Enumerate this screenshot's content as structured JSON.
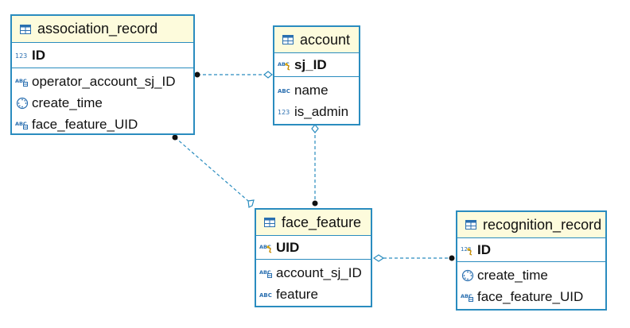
{
  "entities": {
    "association_record": {
      "name": "association_record",
      "attributes": [
        {
          "name": "ID",
          "type_icon": "numeric-icon",
          "pk": true
        },
        {
          "name": "operator_account_sj_ID",
          "type_icon": "string-fk-icon",
          "pk": false
        },
        {
          "name": "create_time",
          "type_icon": "datetime-icon",
          "pk": false
        },
        {
          "name": "face_feature_UID",
          "type_icon": "string-fk-icon",
          "pk": false
        }
      ]
    },
    "account": {
      "name": "account",
      "attributes": [
        {
          "name": "sj_ID",
          "type_icon": "string-key-icon",
          "pk": true
        },
        {
          "name": "name",
          "type_icon": "string-icon",
          "pk": false
        },
        {
          "name": "is_admin",
          "type_icon": "numeric-icon",
          "pk": false
        }
      ]
    },
    "face_feature": {
      "name": "face_feature",
      "attributes": [
        {
          "name": "UID",
          "type_icon": "string-key-icon",
          "pk": true
        },
        {
          "name": "account_sj_ID",
          "type_icon": "string-fk-icon",
          "pk": false
        },
        {
          "name": "feature",
          "type_icon": "string-icon",
          "pk": false
        }
      ]
    },
    "recognition_record": {
      "name": "recognition_record",
      "attributes": [
        {
          "name": "ID",
          "type_icon": "numeric-key-icon",
          "pk": true
        },
        {
          "name": "create_time",
          "type_icon": "datetime-icon",
          "pk": false
        },
        {
          "name": "face_feature_UID",
          "type_icon": "string-fk-icon",
          "pk": false
        }
      ]
    }
  },
  "relationships": [
    {
      "from": "association_record",
      "to": "account"
    },
    {
      "from": "association_record",
      "to": "face_feature"
    },
    {
      "from": "face_feature",
      "to": "account"
    },
    {
      "from": "recognition_record",
      "to": "face_feature"
    }
  ],
  "colors": {
    "border": "#2a8cbf",
    "header": "#fdfbdc",
    "text": "#111111"
  }
}
